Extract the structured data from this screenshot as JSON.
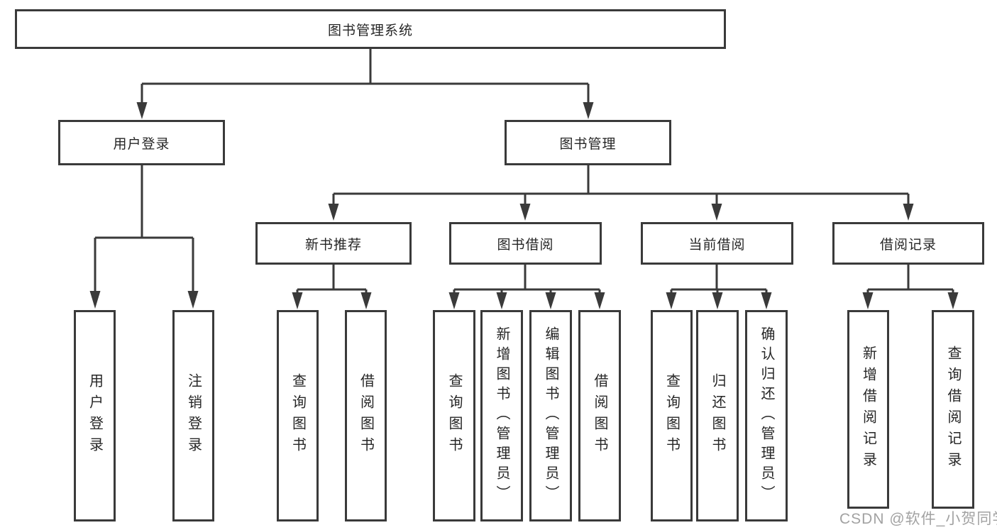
{
  "diagram": {
    "root": {
      "label": "图书管理系统"
    },
    "level2": [
      {
        "label": "用户登录"
      },
      {
        "label": "图书管理"
      }
    ],
    "level3": [
      {
        "label": "新书推荐"
      },
      {
        "label": "图书借阅"
      },
      {
        "label": "当前借阅"
      },
      {
        "label": "借阅记录"
      }
    ],
    "leaves": {
      "user_login": [
        {
          "label": "用户登录"
        },
        {
          "label": "注销登录"
        }
      ],
      "new_book_rec": [
        {
          "label": "查询图书"
        },
        {
          "label": "借阅图书"
        }
      ],
      "book_borrow": [
        {
          "label": "查询图书"
        },
        {
          "label": "新增图书（管理员）"
        },
        {
          "label": "编辑图书（管理员）"
        },
        {
          "label": "借阅图书"
        }
      ],
      "current_borrow": [
        {
          "label": "查询图书"
        },
        {
          "label": "归还图书"
        },
        {
          "label": "确认归还（管理员）"
        }
      ],
      "borrow_record": [
        {
          "label": "新增借阅记录"
        },
        {
          "label": "查询借阅记录"
        }
      ]
    },
    "colors": {
      "line": "#3a3a3a",
      "text": "#262626",
      "watermark": "#a2a2a2"
    },
    "watermark": "CSDN @软件_小贺同学"
  }
}
